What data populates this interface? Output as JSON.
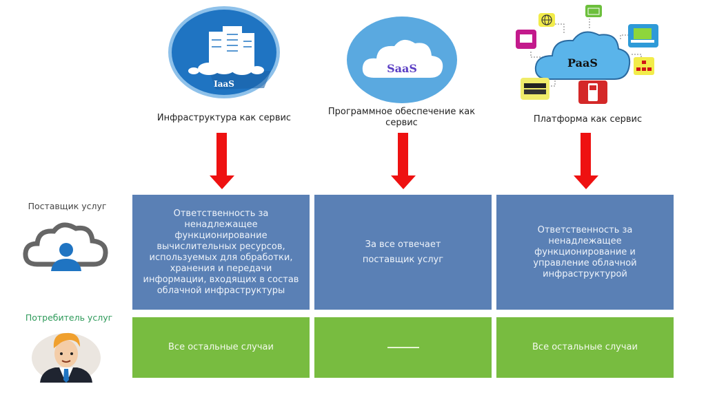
{
  "services": [
    {
      "id": "iaas",
      "badge": "IaaS",
      "caption": "Инфраструктура как сервис",
      "badge_color": "#1f74c2"
    },
    {
      "id": "saas",
      "badge": "SaaS",
      "caption": "Программное обеспечение как сервис",
      "badge_color": "#5aa9e0",
      "badge_text_color": "#5b3fc4"
    },
    {
      "id": "paas",
      "badge": "PaaS",
      "caption": "Платформа как сервис",
      "badge_color": "#4aa3e0"
    }
  ],
  "roles": {
    "provider": {
      "label": "Поставщик услуг",
      "color": "#444444"
    },
    "consumer": {
      "label": "Потребитель услуг",
      "color": "#2e9a5a"
    }
  },
  "matrix": {
    "provider_row": [
      "Ответственность за ненадлежащее функционирование вычислительных ресурсов, используемых для обработки, хранения и передачи информации, входящих в состав облачной инфраструктуры",
      "За все отвечает поставщик услуг",
      "Ответственность за ненадлежащее функционирование и управление облачной инфраструктурой"
    ],
    "consumer_row": [
      "Все остальные случаи",
      "—",
      "Все остальные случаи"
    ]
  },
  "colors": {
    "provider_cell": "#5a80b5",
    "consumer_cell": "#78bc40",
    "arrow": "#ee1111"
  }
}
